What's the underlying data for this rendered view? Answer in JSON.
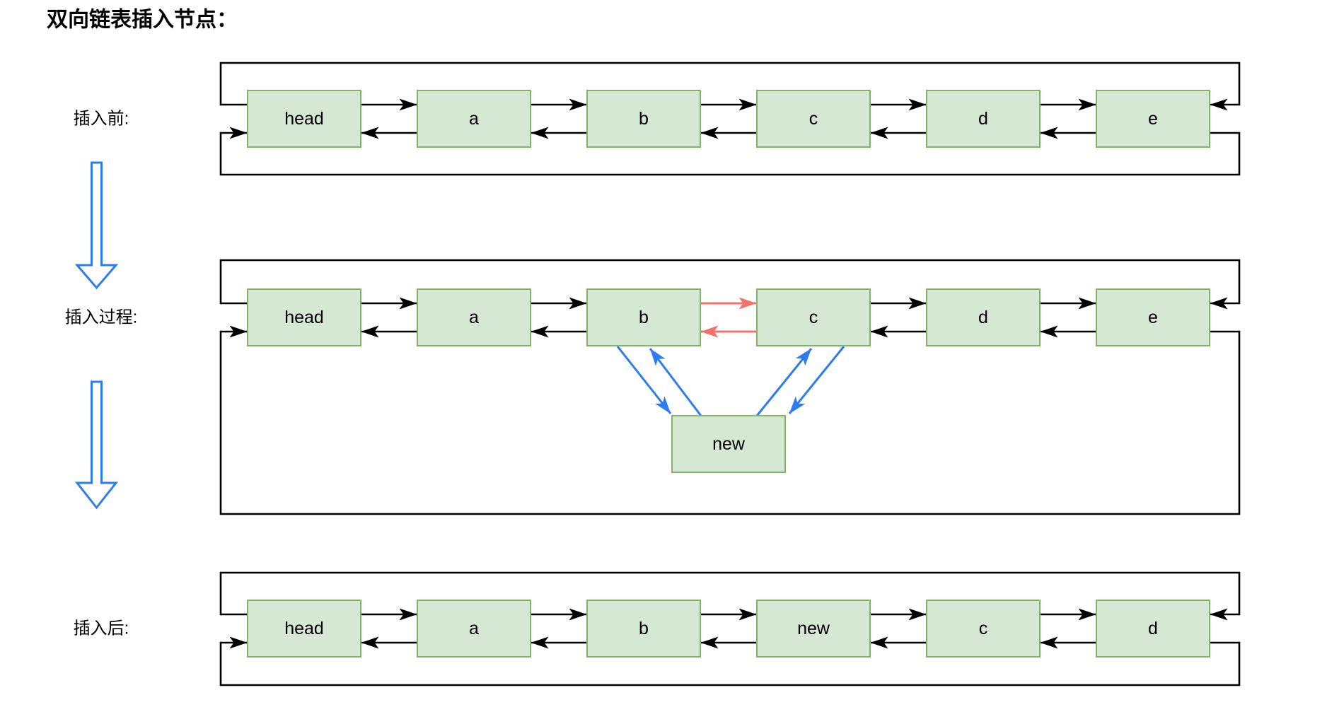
{
  "title": "双向链表插入节点：",
  "colors": {
    "node_fill": "#d5e8d4",
    "node_stroke": "#82b366",
    "link": "#000000",
    "changed_link": "#f1716b",
    "new_link": "#2d7df0",
    "background": "#ffffff"
  },
  "rows": [
    {
      "id": "before",
      "label": "插入前:",
      "nodes": [
        "head",
        "a",
        "b",
        "c",
        "d",
        "e"
      ]
    },
    {
      "id": "during",
      "label": "插入过程:",
      "nodes": [
        "head",
        "a",
        "b",
        "c",
        "d",
        "e"
      ],
      "new_node": "new"
    },
    {
      "id": "after",
      "label": "插入后:",
      "nodes": [
        "head",
        "a",
        "b",
        "new",
        "c",
        "d"
      ]
    }
  ]
}
